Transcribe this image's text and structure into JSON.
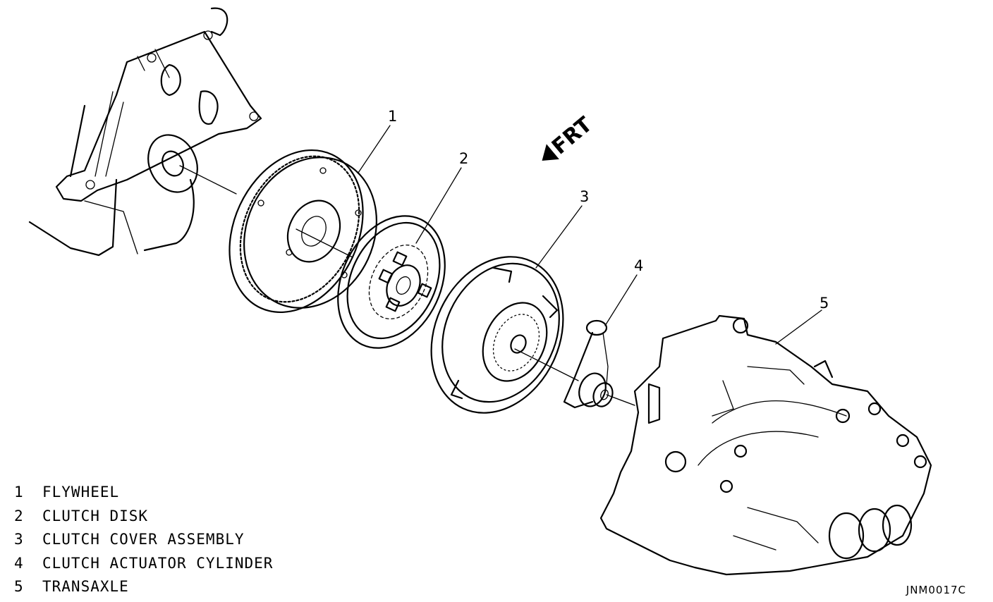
{
  "figure_code": "JNM0017C",
  "direction_label": "FRT",
  "callouts": [
    "1",
    "2",
    "3",
    "4",
    "5"
  ],
  "legend": [
    {
      "num": "1",
      "label": "FLYWHEEL"
    },
    {
      "num": "2",
      "label": "CLUTCH DISK"
    },
    {
      "num": "3",
      "label": "CLUTCH COVER ASSEMBLY"
    },
    {
      "num": "4",
      "label": "CLUTCH ACTUATOR CYLINDER"
    },
    {
      "num": "5",
      "label": "TRANSAXLE"
    }
  ],
  "icons": [
    "direction-arrow-icon"
  ]
}
